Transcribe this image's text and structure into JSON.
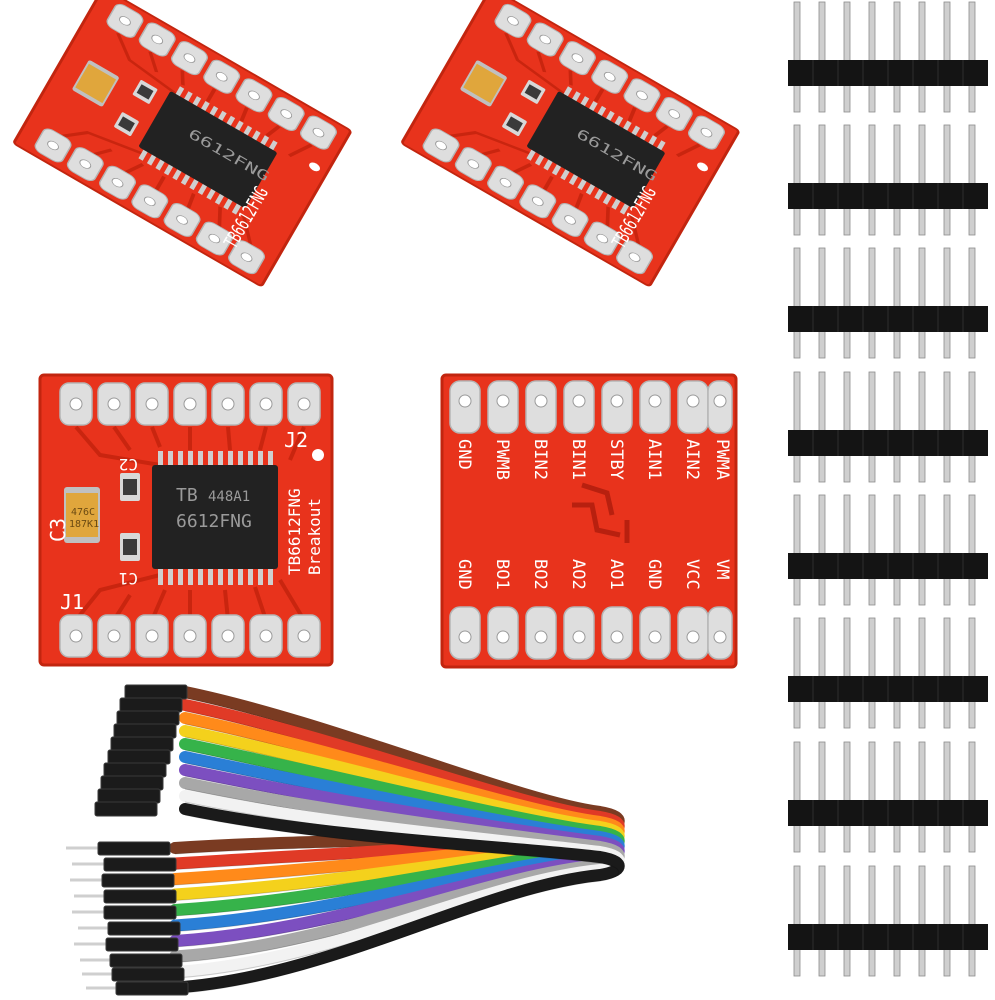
{
  "board": {
    "name": "TB6612FNG",
    "chip_line1_a": "TB",
    "chip_line1_b": "448A1",
    "chip_line2": "6612FNG",
    "cap_top": "476C",
    "cap_bottom": "187K1",
    "label_c1": "C1",
    "label_c2": "C2",
    "label_c3": "C3",
    "label_j1": "J1",
    "label_j2": "J2",
    "breakout": "Breakout"
  },
  "back": {
    "top_pins": [
      "GND",
      "PWMB",
      "BIN2",
      "BIN1",
      "STBY",
      "AIN1",
      "AIN2",
      "PWMA"
    ],
    "bottom_pins": [
      "GND",
      "BO1",
      "BO2",
      "AO2",
      "AO1",
      "GND",
      "VCC",
      "VM"
    ]
  },
  "colors": {
    "pcb": "#e8331c",
    "pcb_dark": "#b8200f",
    "pad": "#dedede",
    "chip": "#222222",
    "header": "#141414",
    "pin": "#cfcfcf"
  },
  "cable": {
    "wire_colors": [
      "#7a3b22",
      "#e03a26",
      "#ff8a1a",
      "#f4d11c",
      "#36b34a",
      "#2a7fd6",
      "#7c4fc0",
      "#a8a8a8",
      "#f2f2f2",
      "#1a1a1a"
    ]
  }
}
